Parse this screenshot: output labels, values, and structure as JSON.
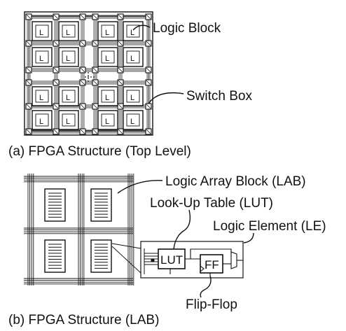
{
  "top": {
    "label_logic_block": "Logic Block",
    "label_switch_box": "Switch Box",
    "caption": "(a)  FPGA Structure (Top Level)",
    "cell_letter": "L"
  },
  "bottom": {
    "label_lab": "Logic Array Block (LAB)",
    "label_lut": "Look-Up Table (LUT)",
    "label_le": "Logic Element (LE)",
    "label_flipflop": "Flip-Flop",
    "caption": "(b)  FPGA Structure (LAB)",
    "lut_text": "LUT",
    "ff_text": "FF"
  }
}
